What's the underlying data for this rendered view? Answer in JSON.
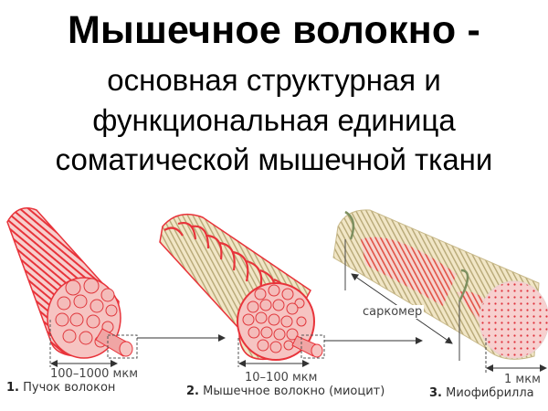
{
  "title": "Мышечное волокно -",
  "subtitle": {
    "line1": "основная структурная и",
    "line2": "функциональная единица",
    "line3": "соматической мышечной ткани"
  },
  "diagram": {
    "stages": [
      {
        "number": "1.",
        "caption": "Пучок волокон",
        "measure": "100–1000 мкм"
      },
      {
        "number": "2.",
        "caption": "Мышечное волокно (миоцит)",
        "measure": "10–100 мкм"
      },
      {
        "number": "3.",
        "caption": "Миофибрилла",
        "measure": "1 мкм"
      }
    ],
    "sarcomere_label": "саркомер",
    "colors": {
      "muscle_red": "#e8333a",
      "muscle_pink": "#f6c4c2",
      "myofibril_tan": "#e9dbb4",
      "myofibril_green": "#8a9a6a"
    }
  }
}
